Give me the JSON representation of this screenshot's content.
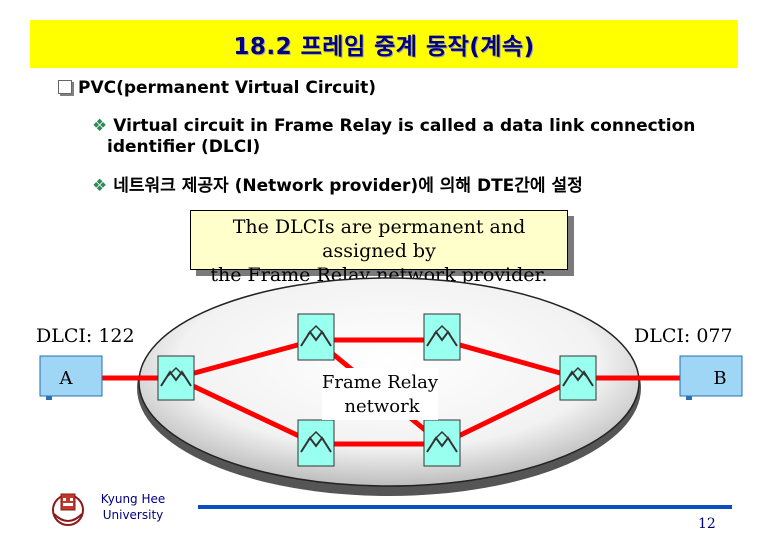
{
  "slide": {
    "title": "18.2 프레임 중계 동작(계속)",
    "bullet_main": "PVC(permanent Virtual Circuit)",
    "sub1_line1": "Virtual circuit in Frame Relay is called a data link connection",
    "sub1_line2": "identifier (DLCI)",
    "sub2": "네트워크 제공자 (Network provider)에 의해 DTE간에 설정",
    "callout_line1": "The DLCIs are permanent and assigned by",
    "callout_line2": "the Frame Relay network provider."
  },
  "diagram": {
    "dlci_left": "DLCI: 122",
    "dlci_right": "DLCI: 077",
    "node_a": "A",
    "node_b": "B",
    "network_line1": "Frame Relay",
    "network_line2": "network"
  },
  "footer": {
    "univ_line1": "Kyung Hee",
    "univ_line2": "University",
    "page_number": "12"
  },
  "colors": {
    "title_bg": "#ffff00",
    "title_text": "#000080",
    "callout_bg": "#ffffcc",
    "link": "#ff0000",
    "switch_fill": "#99ffee",
    "host_fill": "#9fd6f5",
    "footer_line": "#0a4fbf"
  }
}
